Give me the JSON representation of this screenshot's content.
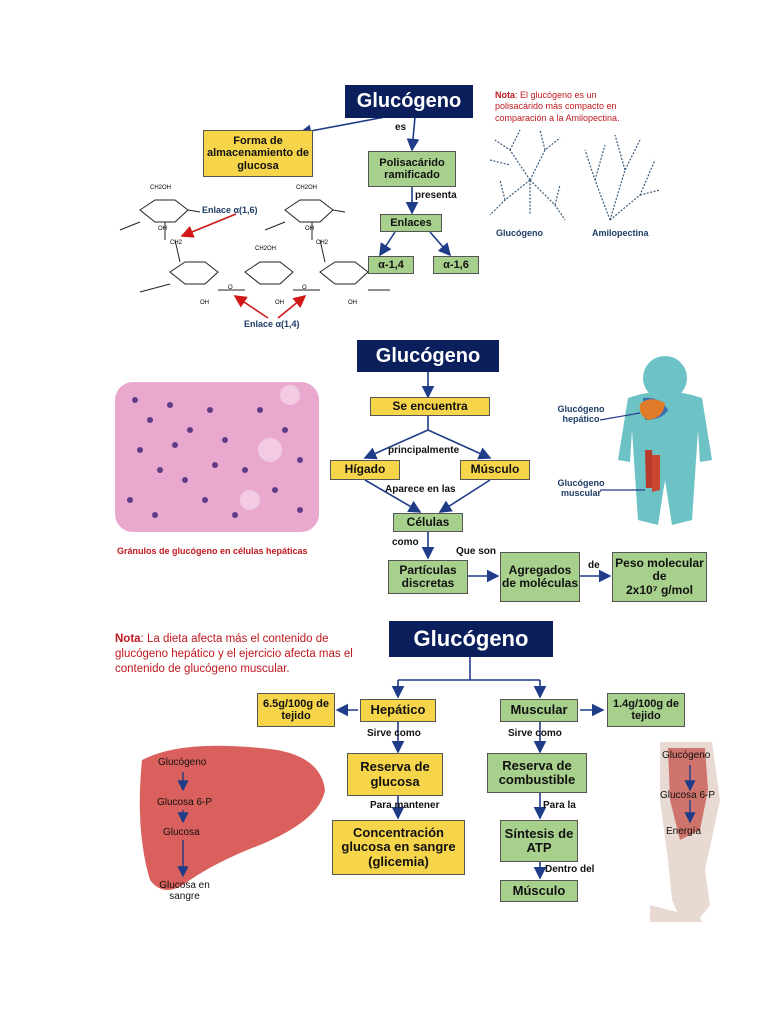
{
  "s1": {
    "title": "Glucógeno",
    "es": "es",
    "forma": "Forma de almacenamiento de glucosa",
    "polisacarido": "Polisacárido ramificado",
    "presenta": "presenta",
    "enlaces": "Enlaces",
    "a14": "α-1,4",
    "a16": "α-1,6",
    "note_label": "Nota",
    "note_text": ": El glucógeno es un polisacárido más compacto en comparación a la Amilopectina.",
    "enlace16": "Enlace α(1,6)",
    "enlace14": "Enlace α(1,4)",
    "cap_glucogeno": "Glucógeno",
    "cap_amilopectina": "Amilopectina",
    "chem": {
      "ch2oh": "CH2OH",
      "oh": "OH",
      "o": "O",
      "ch2": "CH2"
    }
  },
  "s2": {
    "title": "Glucógeno",
    "encuentra": "Se encuentra",
    "principalmente": "principalmente",
    "higado": "Hígado",
    "musculo": "Músculo",
    "aparece": "Aparece en las",
    "celulas": "Células",
    "como": "como",
    "particulas": "Partículas discretas",
    "queson": "Que son",
    "agregados": "Agregados de moléculas",
    "de": "de",
    "peso_line1": "Peso molecular de",
    "peso_line2": "2x10⁷ g/mol",
    "caption": "Gránulos de glucógeno en células hepáticas",
    "hepatico": "Glucógeno hepático",
    "muscular": "Glucógeno muscular"
  },
  "s3": {
    "title": "Glucógeno",
    "note_label": "Nota",
    "note_text": ": La dieta afecta más el contenido de glucógeno hepático y el ejercicio afecta mas el contenido de glucógeno muscular.",
    "hep_val": "6.5g/100g de tejido",
    "hepatico": "Hepático",
    "muscular": "Muscular",
    "mus_val": "1.4g/100g de tejido",
    "sirve1": "Sirve como",
    "sirve2": "Sirve como",
    "reserva_glucosa": "Reserva de glucosa",
    "reserva_comb": "Reserva de combustible",
    "para_mantener": "Para mantener",
    "para_la": "Para la",
    "concentracion": "Concentración glucosa en sangre (glicemia)",
    "sintesis": "Síntesis de ATP",
    "dentro": "Dentro del",
    "musculo": "Músculo",
    "liver": {
      "l1": "Glucógeno",
      "l2": "Glucosa 6-P",
      "l3": "Glucosa",
      "l4": "Glucosa en sangre"
    },
    "leg": {
      "l1": "Glucógeno",
      "l2": "Glucosa 6-P",
      "l3": "Energía"
    }
  },
  "colors": {
    "title_bg": "#0b1f5c",
    "yellow": "#f7d54a",
    "green": "#a8d08d",
    "note_red": "#c0181f",
    "arrow": "#1f3c88",
    "liver": "#d9605c",
    "body": "#6cc2c4"
  }
}
